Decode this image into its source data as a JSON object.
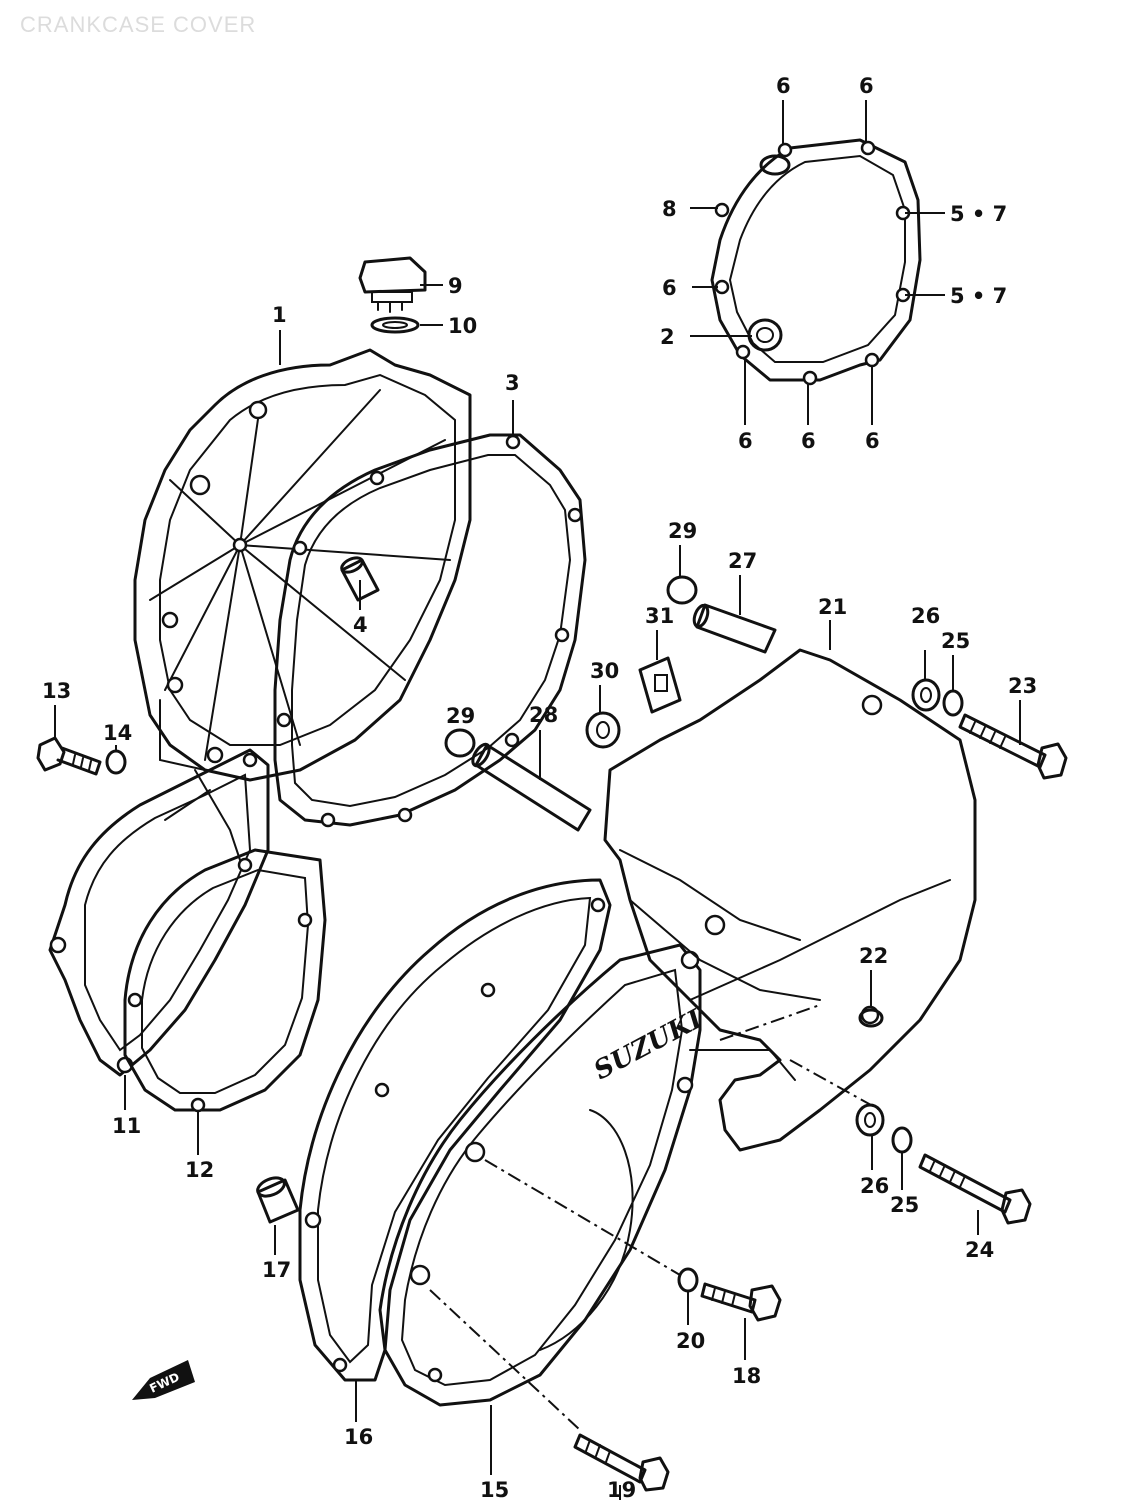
{
  "title": "CRANKCASE COVER",
  "brand_mark": "SUZUKI",
  "direction_mark": "FWD",
  "callouts": {
    "c1": "1",
    "c2": "2",
    "c3": "3",
    "c4": "4",
    "c5_7_upper": "5 • 7",
    "c5_7_lower": "5 • 7",
    "c6_top_left": "6",
    "c6_top_right": "6",
    "c6_left": "6",
    "c6_bottom_left": "6",
    "c6_bottom_mid": "6",
    "c6_bottom_right": "6",
    "c8": "8",
    "c9": "9",
    "c10": "10",
    "c11": "11",
    "c12": "12",
    "c13": "13",
    "c14": "14",
    "c15": "15",
    "c16": "16",
    "c17": "17",
    "c18": "18",
    "c19": "19",
    "c20": "20",
    "c21": "21",
    "c22": "22",
    "c23": "23",
    "c24": "24",
    "c25_upper": "25",
    "c25_lower": "25",
    "c26_upper": "26",
    "c26_lower": "26",
    "c27": "27",
    "c28": "28",
    "c29_upper": "29",
    "c29_lower": "29",
    "c30": "30",
    "c31": "31"
  }
}
